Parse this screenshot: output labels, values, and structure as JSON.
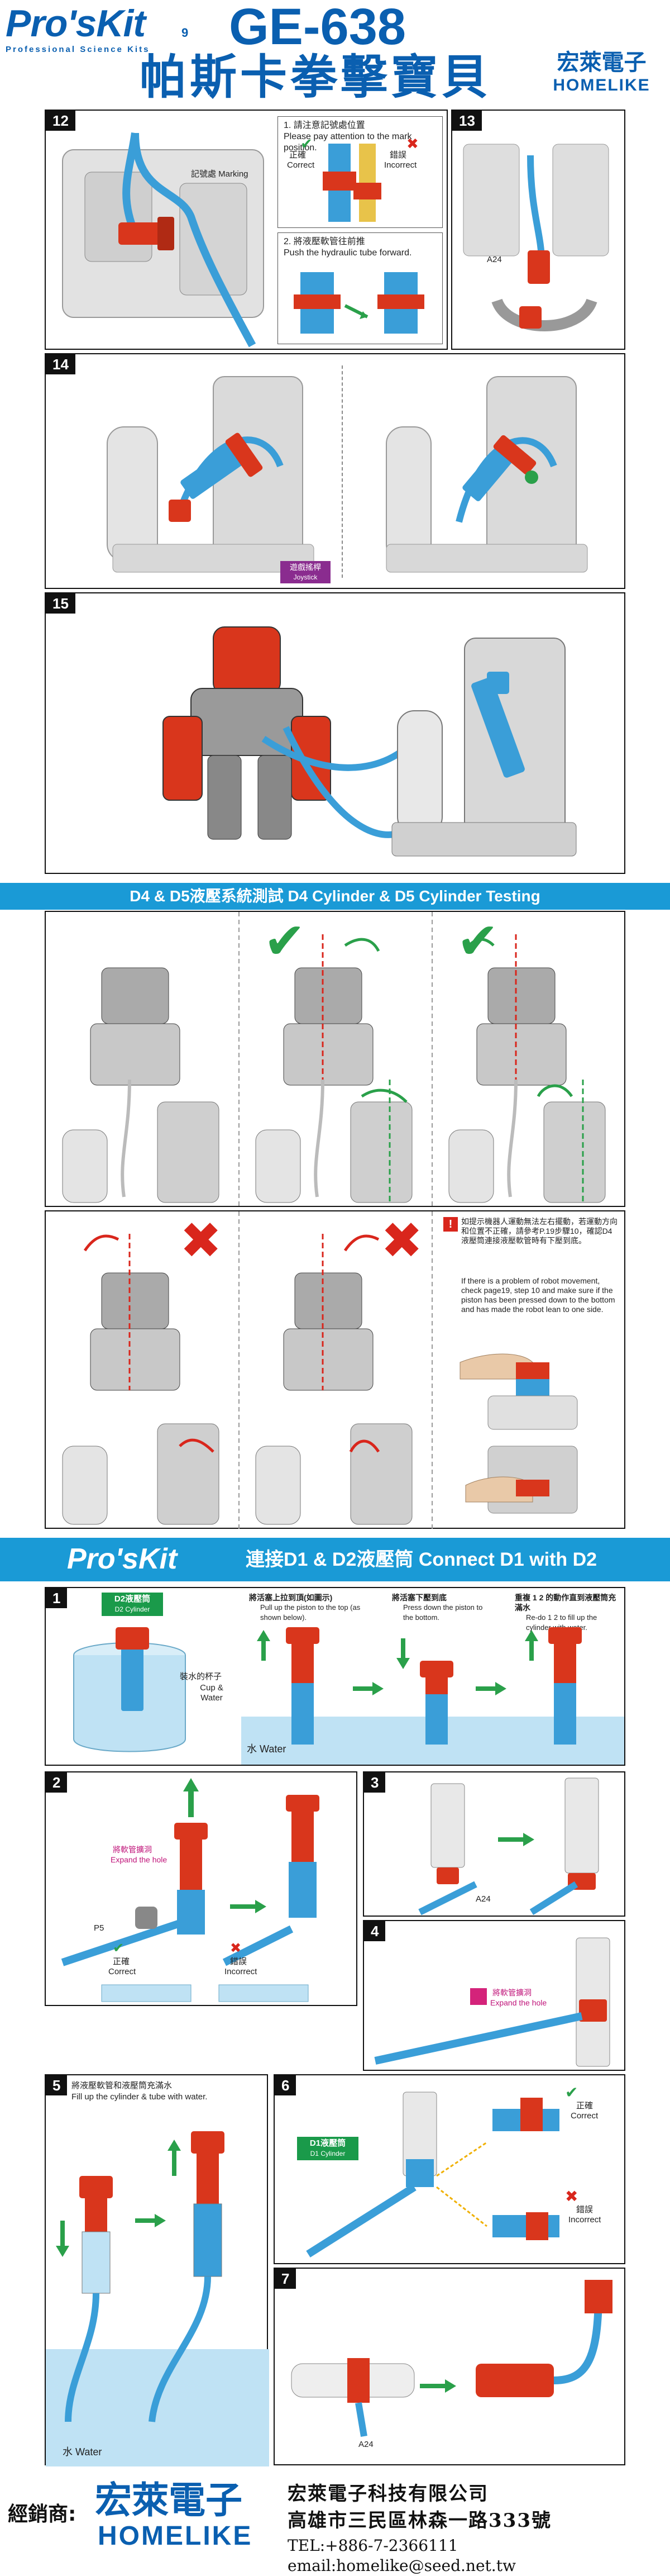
{
  "header": {
    "brand": "Pro'sKit",
    "page_number": "9",
    "brand_sub": "Professional Science Kits",
    "model": "GE-638",
    "model_cn": "帕斯卡拳擊寶貝",
    "dealer_logo_cn": "宏萊電子",
    "dealer_logo_en": "HOMELIKE"
  },
  "step12": {
    "num": "12",
    "marking_label": "記號處 Marking",
    "note1_cn": "1. 請注意記號處位置",
    "note1_en": "Please pay attention to the mark position.",
    "correct_cn": "正確",
    "correct_en": "Correct",
    "incorrect_cn": "錯誤",
    "incorrect_en": "Incorrect",
    "note2_cn": "2. 將液壓軟管往前推",
    "note2_en": "Push the hydraulic tube forward."
  },
  "step13": {
    "num": "13",
    "part": "A24"
  },
  "step14": {
    "num": "14",
    "joystick_cn": "遊戲搖桿",
    "joystick_en": "Joystick"
  },
  "step15": {
    "num": "15"
  },
  "section_d4d5": {
    "title": "D4 & D5液壓系統測試  D4 Cylinder & D5 Cylinder Testing"
  },
  "warning": {
    "cn": "如提示機器人運動無法左右擺動，若運動方向和位置不正確，請參考P.19步驟10，確認D4液壓筒連接液壓軟管時有下壓到底。",
    "en": "If there is a problem of robot movement, check page19, step 10 and make sure if the piston has been pressed down to the bottom and has made the robot lean to one side."
  },
  "section_d1d2": {
    "logo": "Pro'sKit",
    "title": "連接D1 & D2液壓筒  Connect D1 with D2"
  },
  "d_step1": {
    "num": "1",
    "tag_cn": "D2液壓筒",
    "tag_en": "D2 Cylinder",
    "cup_cn": "裝水的杯子",
    "cup_en": "Cup & Water",
    "water": "水 Water",
    "s1_cn": "將活塞上拉到頂(如圖示)",
    "s1_en": "Pull up the piston to the top (as shown below).",
    "s2_cn": "將活塞下壓到底",
    "s2_en": "Press down the piston to the bottom.",
    "s3_cn": "重複 1 2 的動作直到液壓筒充滿水",
    "s3_en": "Re-do 1 2 to fill up the cylinder with water."
  },
  "d_step2": {
    "num": "2",
    "hole_cn": "將軟管擴洞",
    "hole_en": "Expand the hole",
    "part": "P5",
    "correct_cn": "正確",
    "correct_en": "Correct",
    "incorrect_cn": "錯誤",
    "incorrect_en": "Incorrect"
  },
  "d_step3": {
    "num": "3",
    "part": "A24"
  },
  "d_step4": {
    "num": "4",
    "hole_cn": "將軟管擴洞",
    "hole_en": "Expand the hole"
  },
  "d_step5": {
    "num": "5",
    "note_cn": "將液壓軟管和液壓筒充滿水",
    "note_en": "Fill up the cylinder & tube with water.",
    "water": "水 Water"
  },
  "d_step6": {
    "num": "6",
    "tag_cn": "D1液壓筒",
    "tag_en": "D1 Cylinder",
    "correct_cn": "正確",
    "correct_en": "Correct",
    "incorrect_cn": "錯誤",
    "incorrect_en": "Incorrect"
  },
  "d_step7": {
    "num": "7",
    "part": "A24"
  },
  "footer": {
    "dealer_title": "經銷商:",
    "logo_cn": "宏萊電子",
    "logo_en": "HOMELIKE",
    "company": "宏萊電子科技有限公司",
    "address": "高雄市三民區林森一路333號",
    "contact": "TEL:+886-7-2366111   email:homelike@seed.net.tw"
  },
  "colors": {
    "brand_blue": "#0a5fb0",
    "bar_blue": "#1a9ad6",
    "part_red": "#d9361c",
    "tube_blue": "#3a9ed8",
    "check_green": "#2aa04a",
    "cross_red": "#d9261c"
  }
}
